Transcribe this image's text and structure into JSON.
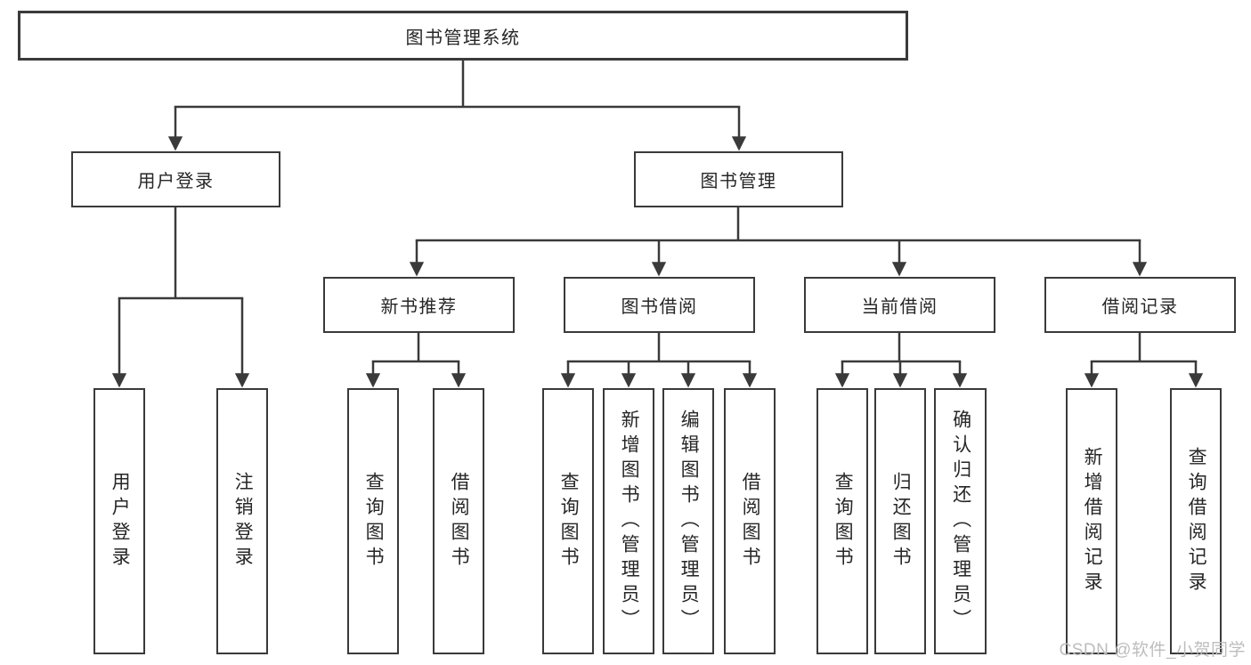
{
  "diagram": {
    "title": "图书管理系统",
    "level2": [
      {
        "label": "用户登录"
      },
      {
        "label": "图书管理"
      }
    ],
    "level3": [
      {
        "label": "新书推荐"
      },
      {
        "label": "图书借阅"
      },
      {
        "label": "当前借阅"
      },
      {
        "label": "借阅记录"
      }
    ],
    "leaves_login": [
      {
        "label": "用户登录"
      },
      {
        "label": "注销登录"
      }
    ],
    "leaves_recommend": [
      {
        "label": "查询图书"
      },
      {
        "label": "借阅图书"
      }
    ],
    "leaves_borrow": [
      {
        "label": "查询图书"
      },
      {
        "label": "新增图书（管理员）"
      },
      {
        "label": "编辑图书（管理员）"
      },
      {
        "label": "借阅图书"
      }
    ],
    "leaves_current": [
      {
        "label": "查询图书"
      },
      {
        "label": "归还图书"
      },
      {
        "label": "确认归还（管理员）"
      }
    ],
    "leaves_records": [
      {
        "label": "新增借阅记录"
      },
      {
        "label": "查询借阅记录"
      }
    ]
  },
  "watermark": "CSDN @软件_小贺同学",
  "colors": {
    "line": "#3a3a3a",
    "text": "#262626",
    "background": "#ffffff",
    "watermark": "#bdbdbd"
  }
}
